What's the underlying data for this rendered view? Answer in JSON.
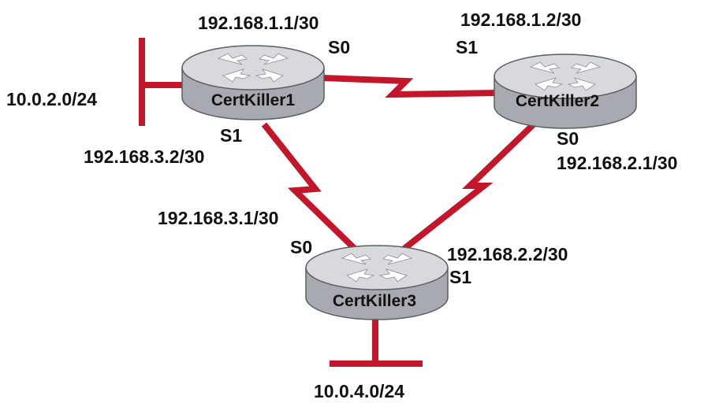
{
  "colors": {
    "link": "#c3162b",
    "router_top": "#d7d9dd",
    "router_side": "#a7aab0",
    "router_edge": "#5a5d62",
    "arrow": "#ffffff"
  },
  "icons": [
    "router-icon",
    "ethernet-segment-icon",
    "serial-link-icon"
  ],
  "routers": {
    "r1": {
      "name": "CertKiller1"
    },
    "r2": {
      "name": "CertKiller2"
    },
    "r3": {
      "name": "CertKiller3"
    }
  },
  "networks": {
    "lan1": "10.0.2.0/24",
    "lan3": "10.0.4.0/24"
  },
  "interfaces": {
    "r1_s0_ip": "192.168.1.1/30",
    "r1_s0": "S0",
    "r1_s1": "S1",
    "r1_s1_ip": "192.168.3.2/30",
    "r2_s1_ip": "192.168.1.2/30",
    "r2_s1": "S1",
    "r2_s0": "S0",
    "r2_s0_ip": "192.168.2.1/30",
    "r3_s0_ip": "192.168.3.1/30",
    "r3_s0": "S0",
    "r3_s1_ip": "192.168.2.2/30",
    "r3_s1": "S1"
  }
}
